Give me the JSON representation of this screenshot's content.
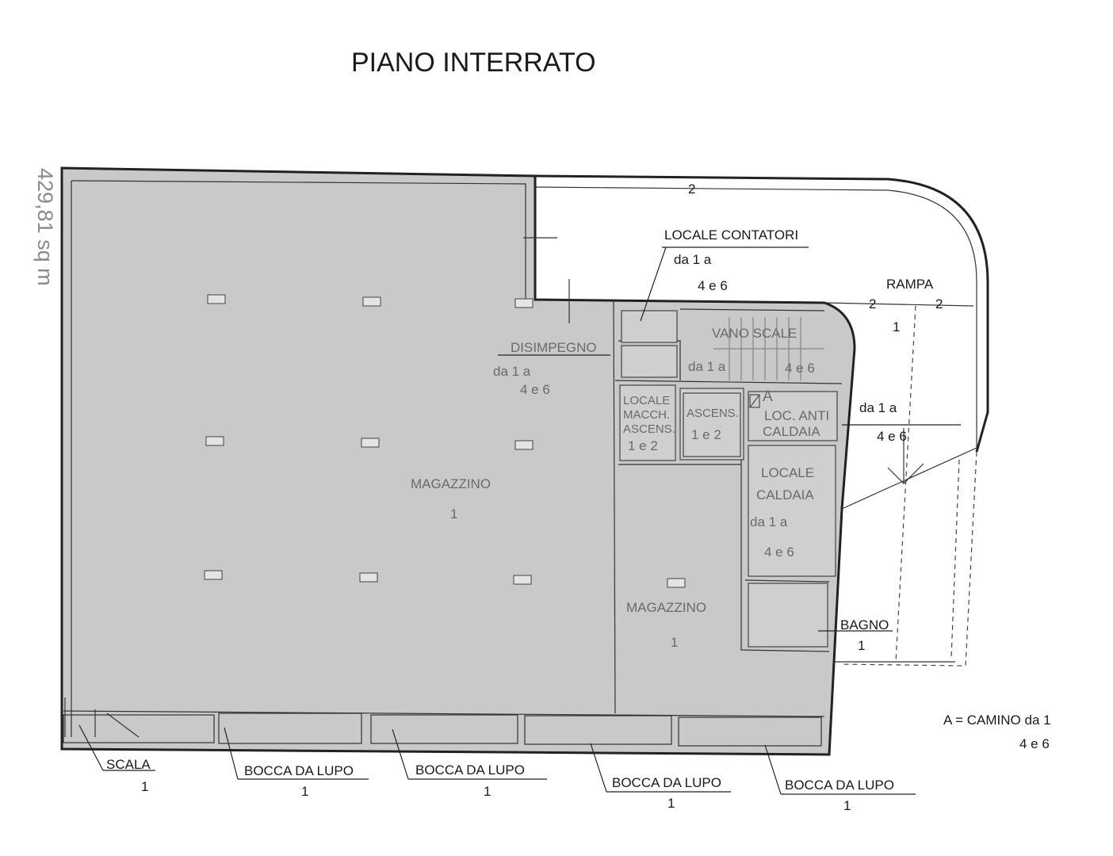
{
  "title": "PIANO INTERRATO",
  "area_label": "429,81 sq m",
  "rooms": {
    "locale_contatori": {
      "name": "LOCALE CONTATORI",
      "line1": "da  1  a",
      "line2": "4  e  6"
    },
    "rampa": {
      "name": "RAMPA",
      "num": "1"
    },
    "vano_scale": {
      "name": "VANO SCALE",
      "line1": "da  1  a",
      "line2": "4  e  6"
    },
    "disimpegno": {
      "name": "DISIMPEGNO",
      "line1": "da  1  a",
      "line2": "4  e  6"
    },
    "locale_macch": {
      "l1": "LOCALE",
      "l2": "MACCH.",
      "l3": "ASCENS.",
      "l4": "1 e 2"
    },
    "ascens": {
      "l1": "ASCENS.",
      "l2": "1 e 2"
    },
    "loc_anti": {
      "l1": "LOC. ANTI",
      "l2": "CALDAIA",
      "mark": "A"
    },
    "outside_anti": {
      "line1": "da  1  a",
      "line2": "4  e  6"
    },
    "locale_caldaia": {
      "l1": "LOCALE",
      "l2": "CALDAIA",
      "l3": "da 1 a",
      "l4": "4  e  6"
    },
    "magazzino_main": {
      "name": "MAGAZZINO",
      "num": "1"
    },
    "magazzino_small": {
      "name": "MAGAZZINO",
      "num": "1"
    },
    "bagno": {
      "name": "BAGNO",
      "num": "1"
    },
    "scala": {
      "name": "SCALA",
      "num": "1"
    },
    "bocca1": {
      "name": "BOCCA DA LUPO",
      "num": "1"
    },
    "bocca2": {
      "name": "BOCCA DA LUPO",
      "num": "1"
    },
    "bocca3": {
      "name": "BOCCA DA LUPO",
      "num": "1"
    },
    "bocca4": {
      "name": "BOCCA DA LUPO",
      "num": "1"
    }
  },
  "ramp_marks": [
    "2",
    "2",
    "2"
  ],
  "legend": {
    "line1": "A = CAMINO  da  1",
    "line2": "4  e  6"
  }
}
